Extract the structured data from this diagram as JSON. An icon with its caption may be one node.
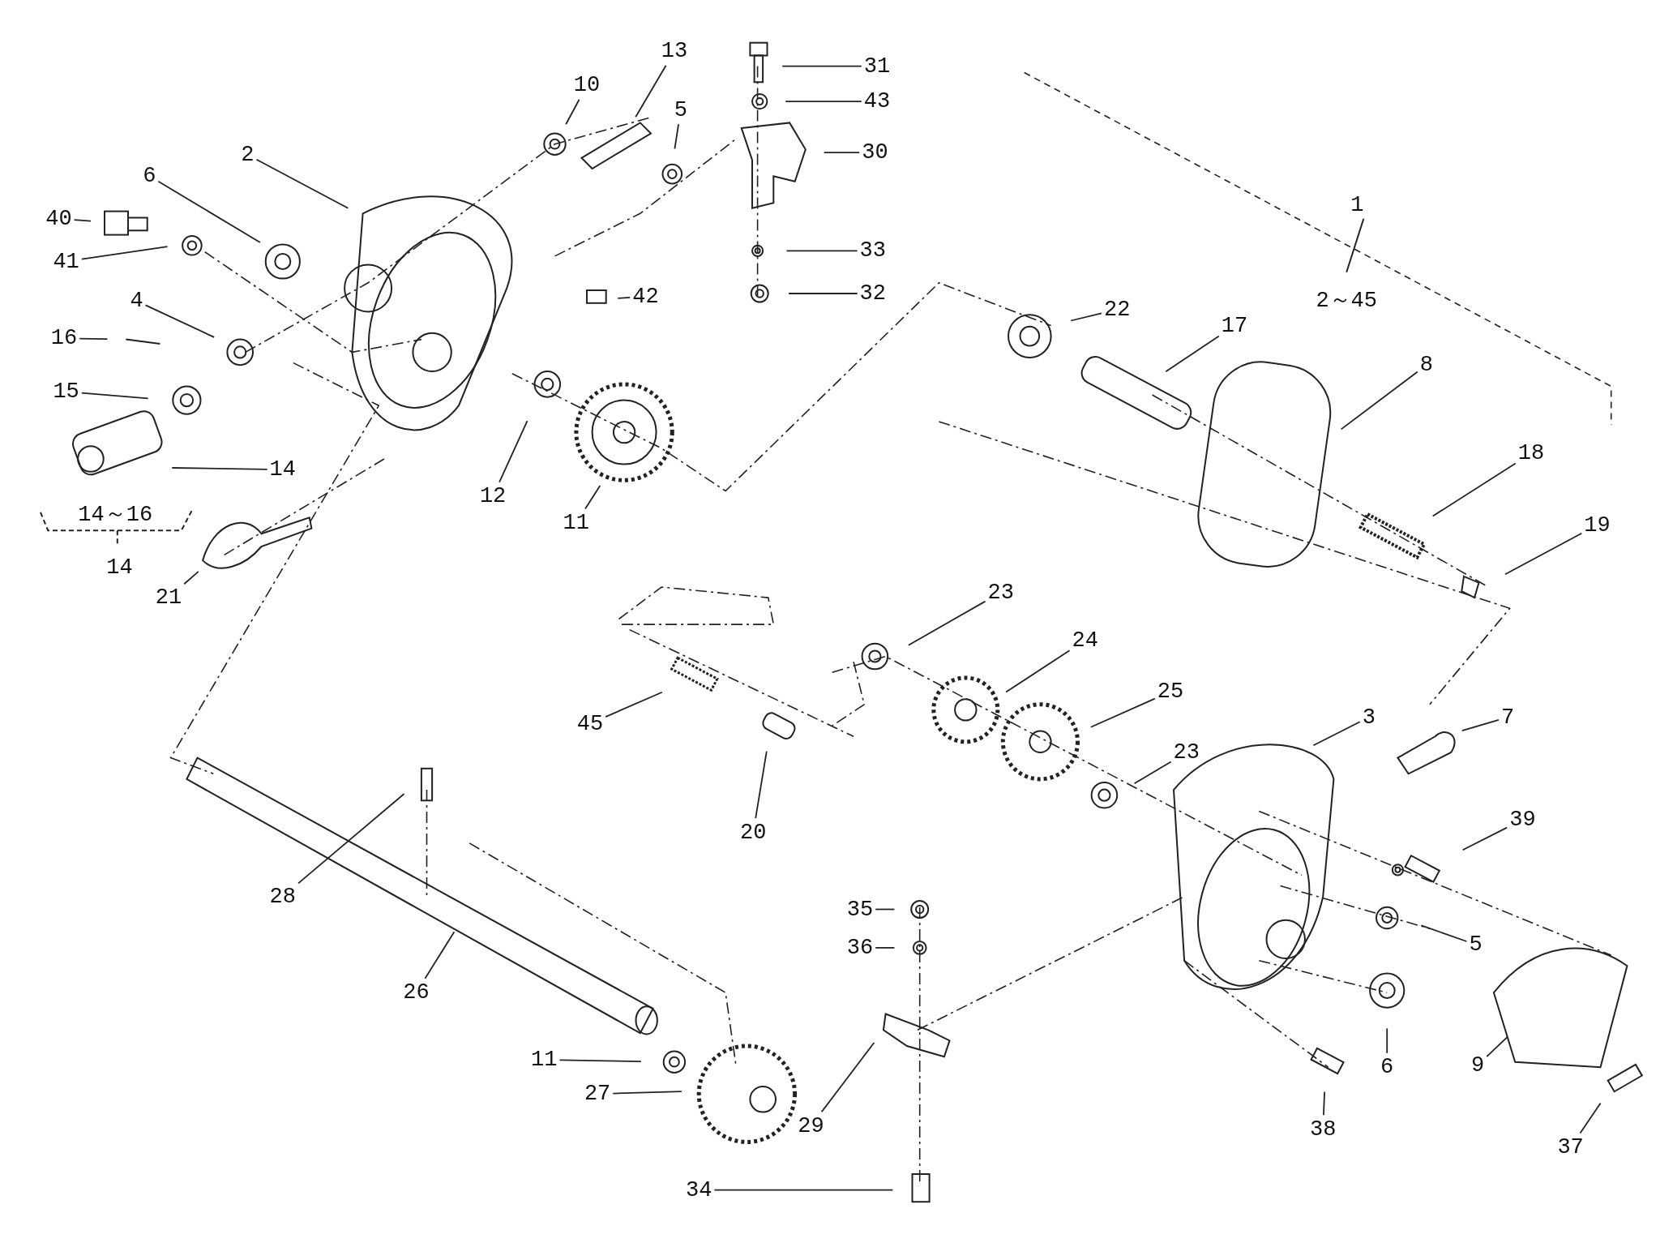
{
  "diagram": {
    "nodes": [
      {
        "text": [
          "13"
        ]
      },
      {
        "text": [
          "31"
        ]
      },
      {
        "text": [
          "10"
        ]
      },
      {
        "text": [
          "43"
        ]
      },
      {
        "text": [
          "5"
        ]
      },
      {
        "text": [
          "2"
        ]
      },
      {
        "text": [
          "30"
        ]
      },
      {
        "text": [
          "6"
        ]
      },
      {
        "text": [
          "40"
        ]
      },
      {
        "text": [
          "33"
        ]
      },
      {
        "text": [
          "41"
        ]
      },
      {
        "text": [
          "32"
        ]
      },
      {
        "text": [
          "42"
        ]
      },
      {
        "text": [
          "4"
        ]
      },
      {
        "text": [
          "22"
        ]
      },
      {
        "text": [
          "17"
        ]
      },
      {
        "text": [
          "16"
        ]
      },
      {
        "text": [
          "8"
        ]
      },
      {
        "text": [
          "15"
        ]
      },
      {
        "text": [
          "18"
        ]
      },
      {
        "text": [
          "14"
        ]
      },
      {
        "text": [
          "12"
        ]
      },
      {
        "text": [
          "11"
        ]
      },
      {
        "text": [
          "19"
        ]
      },
      {
        "text": [
          "23"
        ]
      },
      {
        "text": [
          "21"
        ]
      },
      {
        "text": [
          "24"
        ]
      },
      {
        "text": [
          "25"
        ]
      },
      {
        "text": [
          "3"
        ]
      },
      {
        "text": [
          "7"
        ]
      },
      {
        "text": [
          "45"
        ]
      },
      {
        "text": [
          "23"
        ]
      },
      {
        "text": [
          "39"
        ]
      },
      {
        "text": [
          "20"
        ]
      },
      {
        "text": [
          "28"
        ]
      },
      {
        "text": [
          "35"
        ]
      },
      {
        "text": [
          "5"
        ]
      },
      {
        "text": [
          "36"
        ]
      },
      {
        "text": [
          "26"
        ]
      },
      {
        "text": [
          "11"
        ]
      },
      {
        "text": [
          "6"
        ]
      },
      {
        "text": [
          "9"
        ]
      },
      {
        "text": [
          "27"
        ]
      },
      {
        "text": [
          "29"
        ]
      },
      {
        "text": [
          "38"
        ]
      },
      {
        "text": [
          "37"
        ]
      },
      {
        "text": [
          "34"
        ]
      }
    ],
    "edges": [
      {
        "from": 0,
        "to": null,
        "arrow": "none"
      },
      {
        "from": 1,
        "to": null,
        "arrow": "none"
      },
      {
        "from": 2,
        "to": null,
        "arrow": "none"
      },
      {
        "from": 3,
        "to": null,
        "arrow": "none"
      },
      {
        "from": 4,
        "to": null,
        "arrow": "none"
      },
      {
        "from": 5,
        "to": null,
        "arrow": "none"
      },
      {
        "from": 6,
        "to": null,
        "arrow": "none"
      },
      {
        "from": 7,
        "to": null,
        "arrow": "none"
      },
      {
        "from": 8,
        "to": null,
        "arrow": "none"
      },
      {
        "from": 9,
        "to": null,
        "arrow": "none"
      },
      {
        "from": 10,
        "to": null,
        "arrow": "none"
      },
      {
        "from": 11,
        "to": null,
        "arrow": "none"
      },
      {
        "from": 12,
        "to": null,
        "arrow": "none"
      },
      {
        "from": 13,
        "to": null,
        "arrow": "none"
      },
      {
        "from": 14,
        "to": null,
        "arrow": "none"
      },
      {
        "from": 15,
        "to": null,
        "arrow": "none"
      },
      {
        "from": 16,
        "to": null,
        "arrow": "none"
      },
      {
        "from": 17,
        "to": null,
        "arrow": "none"
      },
      {
        "from": 18,
        "to": null,
        "arrow": "none"
      },
      {
        "from": 19,
        "to": null,
        "arrow": "none"
      },
      {
        "from": 20,
        "to": null,
        "arrow": "none"
      },
      {
        "from": 21,
        "to": null,
        "arrow": "none"
      },
      {
        "from": 22,
        "to": null,
        "arrow": "none"
      },
      {
        "from": 23,
        "to": null,
        "arrow": "none"
      },
      {
        "from": 24,
        "to": null,
        "arrow": "none"
      },
      {
        "from": 25,
        "to": null,
        "arrow": "none"
      },
      {
        "from": 26,
        "to": null,
        "arrow": "none"
      },
      {
        "from": 27,
        "to": null,
        "arrow": "none"
      },
      {
        "from": 28,
        "to": null,
        "arrow": "none"
      },
      {
        "from": 29,
        "to": null,
        "arrow": "none"
      },
      {
        "from": 30,
        "to": null,
        "arrow": "none"
      },
      {
        "from": 31,
        "to": null,
        "arrow": "none"
      },
      {
        "from": 32,
        "to": null,
        "arrow": "none"
      },
      {
        "from": 33,
        "to": null,
        "arrow": "none"
      },
      {
        "from": 34,
        "to": null,
        "arrow": "none"
      },
      {
        "from": 35,
        "to": null,
        "arrow": "none"
      },
      {
        "from": 36,
        "to": null,
        "arrow": "none"
      },
      {
        "from": 37,
        "to": null,
        "arrow": "none"
      },
      {
        "from": 38,
        "to": null,
        "arrow": "none"
      },
      {
        "from": 39,
        "to": null,
        "arrow": "none"
      },
      {
        "from": 40,
        "to": null,
        "arrow": "none"
      },
      {
        "from": 41,
        "to": null,
        "arrow": "none"
      },
      {
        "from": 42,
        "to": null,
        "arrow": "none"
      },
      {
        "from": 43,
        "to": null,
        "arrow": "none"
      },
      {
        "from": 44,
        "to": null,
        "arrow": "none"
      },
      {
        "from": 45,
        "to": null,
        "arrow": "none"
      },
      {
        "from": 46,
        "to": null,
        "arrow": "none"
      }
    ],
    "labels": [
      "1",
      "2～45",
      "14～16",
      "14"
    ]
  }
}
